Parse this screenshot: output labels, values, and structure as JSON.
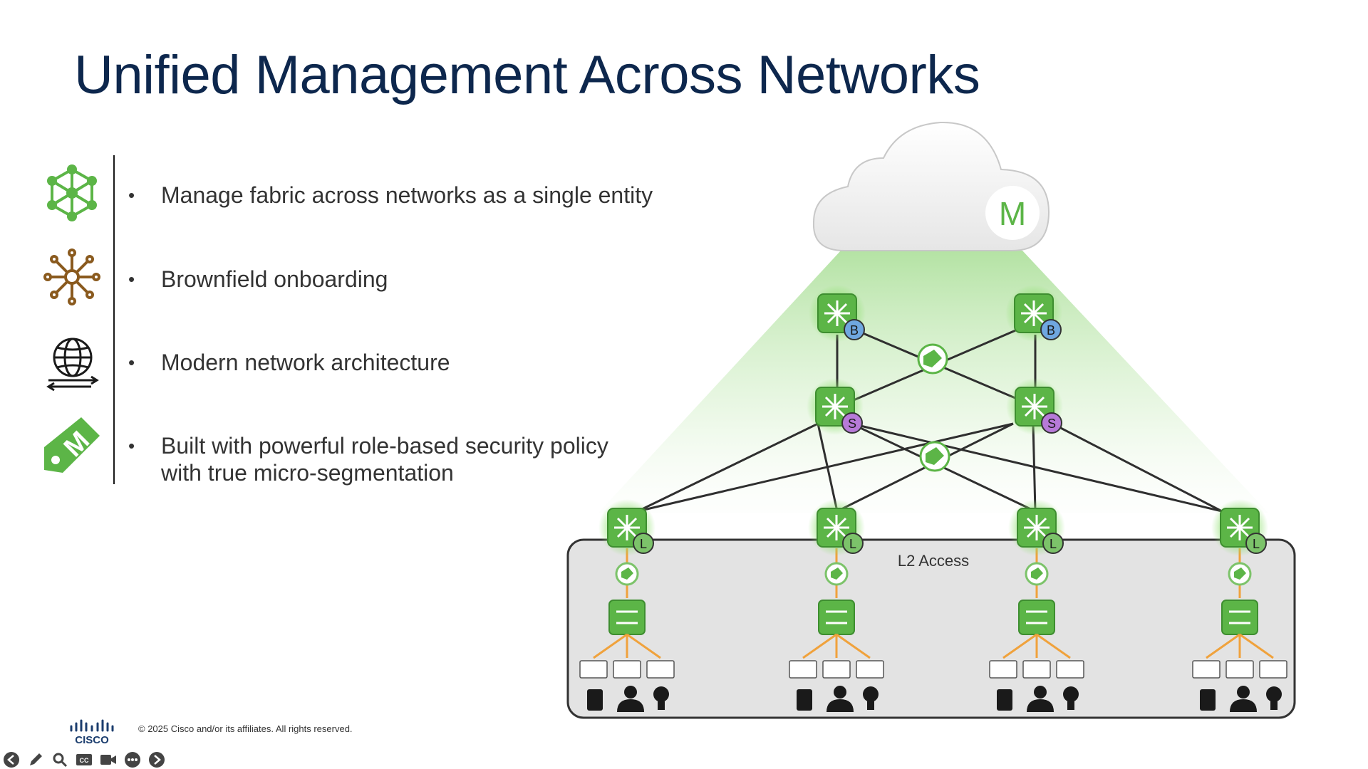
{
  "title": "Unified Management Across Networks",
  "bullets": [
    {
      "text": "Manage fabric across networks as a single entity",
      "icon": "fabric-network-icon"
    },
    {
      "text": "Brownfield onboarding",
      "icon": "hub-network-icon"
    },
    {
      "text": "Modern network architecture",
      "icon": "globe-sync-icon"
    },
    {
      "text": "Built with powerful role-based security policy",
      "text2": "with true micro-segmentation",
      "icon": "security-tag-icon"
    }
  ],
  "diagram": {
    "cloud_label": "M",
    "border_badge": "B",
    "spine_badge": "S",
    "leaf_badge": "L",
    "access_label": "L2 Access",
    "tag_label": "M"
  },
  "colors": {
    "title": "#0d274d",
    "switch_green": "#5cb547",
    "border_badge": "#6fa7e0",
    "spine_badge": "#b77ad8",
    "leaf_badge": "#7cc36a",
    "access_links": "#f0a23c"
  },
  "footer": {
    "logo_text": "CISCO",
    "copyright": "© 2025  Cisco and/or its affiliates. All rights reserved."
  },
  "player_controls": [
    "back-icon",
    "pen-icon",
    "search-icon",
    "cc-icon",
    "video-icon",
    "more-icon",
    "forward-icon"
  ]
}
